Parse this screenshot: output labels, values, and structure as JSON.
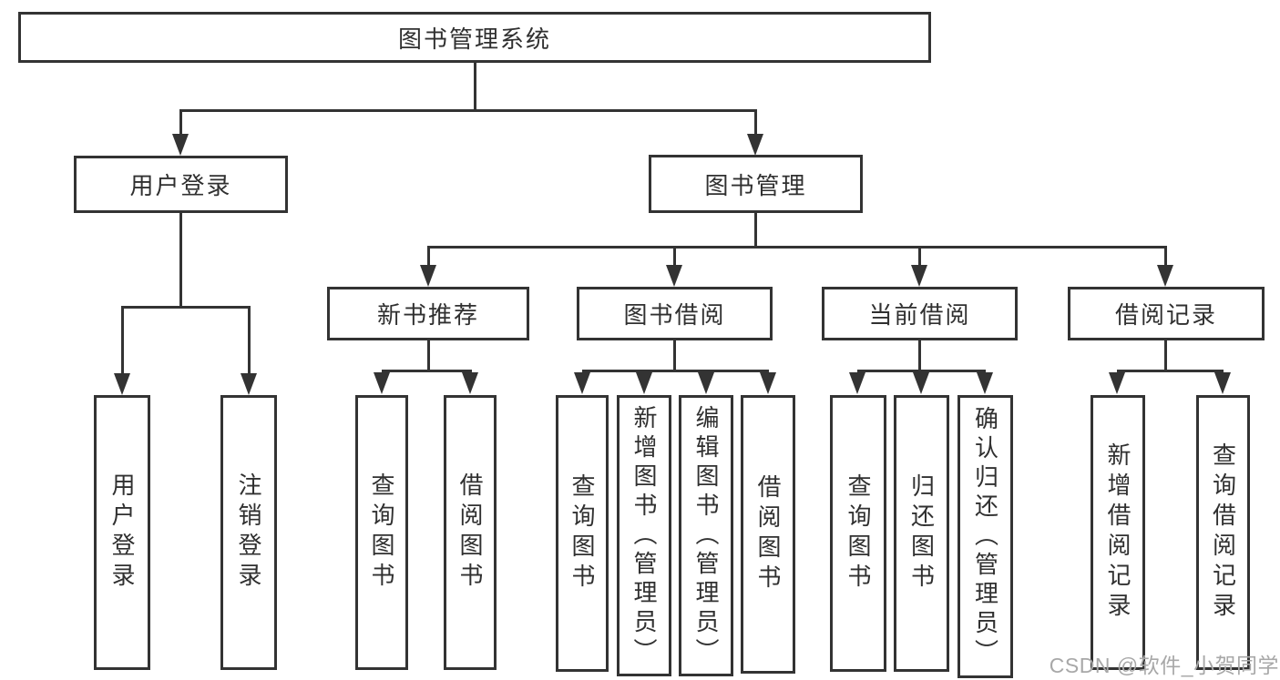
{
  "diagram_title": "图书管理系统",
  "colors": {
    "line": "#333333",
    "text": "#303030",
    "background": "#ffffff",
    "watermark": "#a8a8a8"
  },
  "watermark": "CSDN @软件_小贺同学",
  "tree": {
    "root": "图书管理系统",
    "user_login": {
      "label": "用户登录",
      "children": [
        "用户登录",
        "注销登录"
      ]
    },
    "book_mgmt": {
      "label": "图书管理",
      "sections": [
        {
          "label": "新书推荐",
          "children": [
            "查询图书",
            "借阅图书"
          ]
        },
        {
          "label": "图书借阅",
          "children": [
            "查询图书",
            "新增图书（管理员）",
            "编辑图书（管理员）",
            "借阅图书"
          ]
        },
        {
          "label": "当前借阅",
          "children": [
            "查询图书",
            "归还图书",
            "确认归还（管理员）"
          ]
        },
        {
          "label": "借阅记录",
          "children": [
            "新增借阅记录",
            "查询借阅记录"
          ]
        }
      ]
    }
  }
}
